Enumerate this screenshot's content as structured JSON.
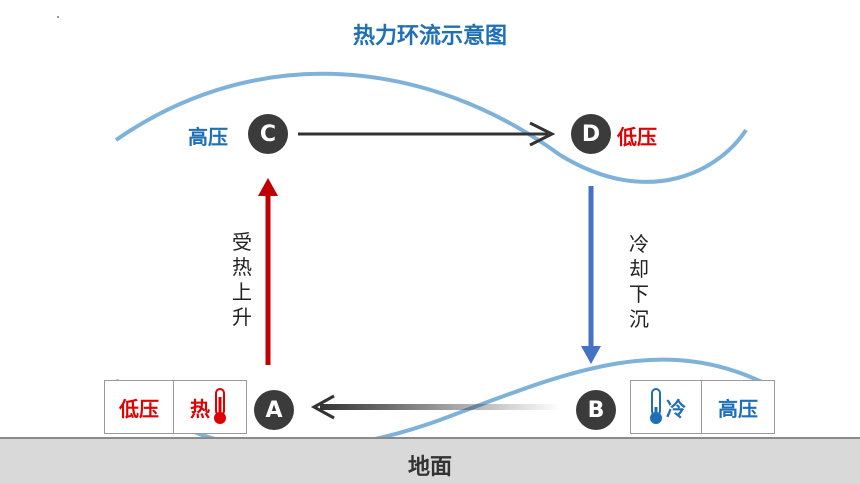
{
  "title": "热力环流示意图",
  "nodes": {
    "A": {
      "letter": "A"
    },
    "B": {
      "letter": "B"
    },
    "C": {
      "letter": "C",
      "label": "高压"
    },
    "D": {
      "letter": "D",
      "label": "低压"
    }
  },
  "flows": {
    "rise": "受热上升",
    "sink": "冷却下沉"
  },
  "box_left": {
    "pressure": "低压",
    "temp": "热",
    "icon": "thermometer-hot-icon"
  },
  "box_right": {
    "temp": "冷",
    "pressure": "高压",
    "icon": "thermometer-cold-icon"
  },
  "ground": "地面",
  "colors": {
    "title": "#1e6fb5",
    "high_pressure": "#1e6fb5",
    "low_pressure": "#e00000",
    "rise_arrow": "#c00000",
    "sink_arrow": "#4472c4",
    "horizontal_arrow": "#333333",
    "isobar": "#7fb2d9",
    "ground": "#d9d9d9"
  }
}
